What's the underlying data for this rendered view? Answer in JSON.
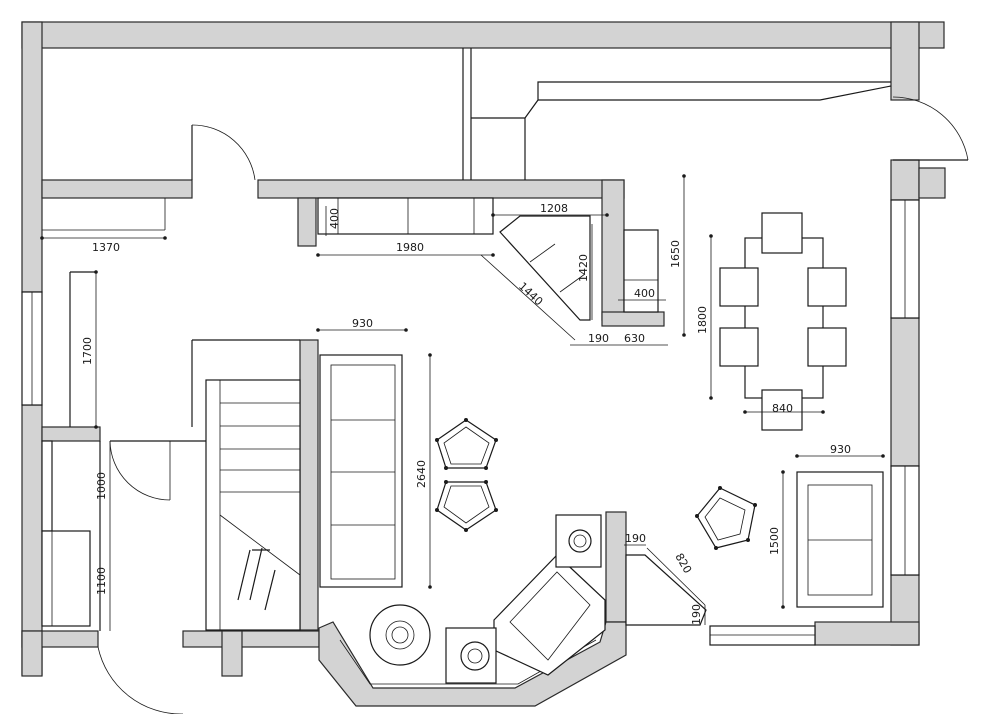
{
  "dimensions": {
    "d1208": "1208",
    "d400_top": "400",
    "d1370": "1370",
    "d1980": "1980",
    "d1420": "1420",
    "d1650": "1650",
    "d1440": "1440",
    "d400_mid": "400",
    "d1700": "1700",
    "d930_sofa": "930",
    "d190_a": "190",
    "d630": "630",
    "d1800": "1800",
    "d840": "840",
    "d2640": "2640",
    "d930_right": "930",
    "d1000": "1000",
    "d1100": "1100",
    "d1500": "1500",
    "d190_b": "190",
    "d820": "820",
    "d190_c": "190"
  }
}
